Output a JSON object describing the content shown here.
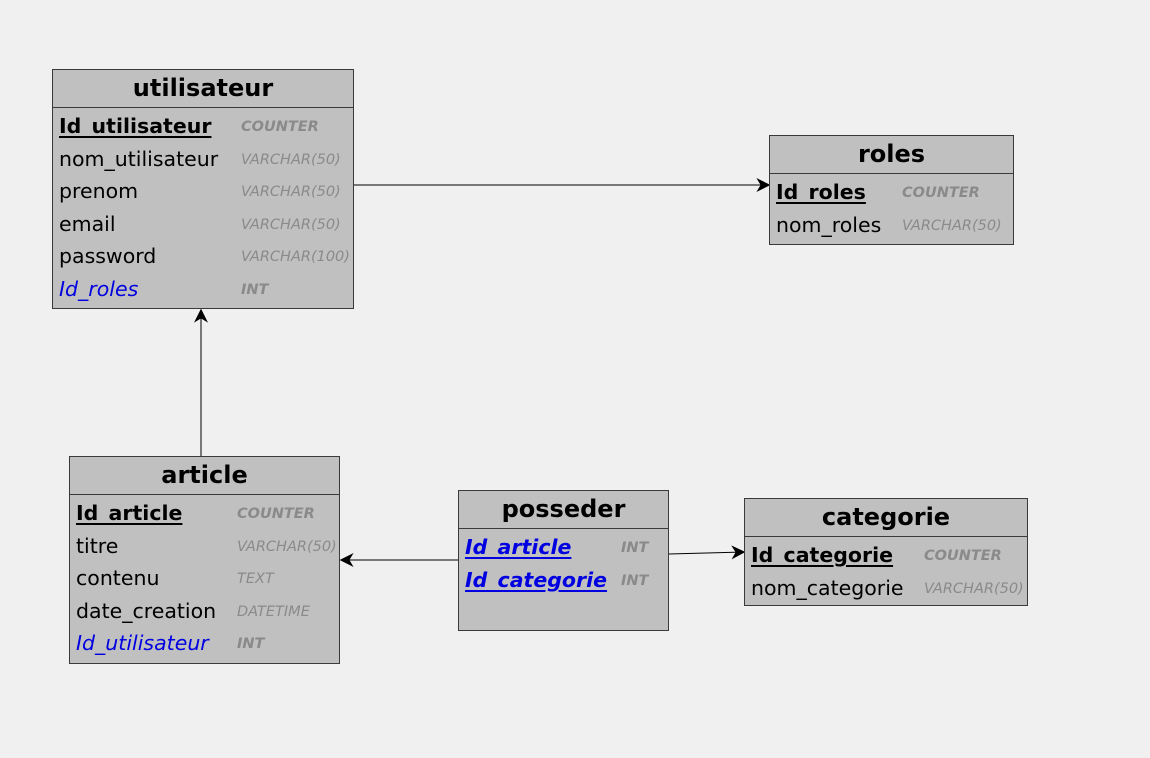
{
  "colors": {
    "entity_fill": "#c0c0c0",
    "border": "#3a3a3a",
    "foreign_key": "#0000e0",
    "type_text": "#8a8a8a",
    "background": "#f0f0f0"
  },
  "entities": [
    {
      "name": "utilisateur",
      "fields": [
        {
          "name": "Id_utilisateur",
          "type": "COUNTER",
          "kind": "pk"
        },
        {
          "name": "nom_utilisateur",
          "type": "VARCHAR(50)",
          "kind": ""
        },
        {
          "name": "prenom",
          "type": "VARCHAR(50)",
          "kind": ""
        },
        {
          "name": "email",
          "type": "VARCHAR(50)",
          "kind": ""
        },
        {
          "name": "password",
          "type": "VARCHAR(100)",
          "kind": ""
        },
        {
          "name": "Id_roles",
          "type": "INT",
          "kind": "fk"
        }
      ]
    },
    {
      "name": "roles",
      "fields": [
        {
          "name": "Id_roles",
          "type": "COUNTER",
          "kind": "pk"
        },
        {
          "name": "nom_roles",
          "type": "VARCHAR(50)",
          "kind": ""
        }
      ]
    },
    {
      "name": "article",
      "fields": [
        {
          "name": "Id_article",
          "type": "COUNTER",
          "kind": "pk"
        },
        {
          "name": "titre",
          "type": "VARCHAR(50)",
          "kind": ""
        },
        {
          "name": "contenu",
          "type": "TEXT",
          "kind": ""
        },
        {
          "name": "date_creation",
          "type": "DATETIME",
          "kind": ""
        },
        {
          "name": "Id_utilisateur",
          "type": "INT",
          "kind": "fk"
        }
      ]
    },
    {
      "name": "posseder",
      "fields": [
        {
          "name": "Id_article",
          "type": "INT",
          "kind": "pkfk"
        },
        {
          "name": "Id_categorie",
          "type": "INT",
          "kind": "pkfk"
        }
      ]
    },
    {
      "name": "categorie",
      "fields": [
        {
          "name": "Id_categorie",
          "type": "COUNTER",
          "kind": "pk"
        },
        {
          "name": "nom_categorie",
          "type": "VARCHAR(50)",
          "kind": ""
        }
      ]
    }
  ],
  "relations": [
    {
      "from": "utilisateur",
      "to": "roles"
    },
    {
      "from": "article",
      "to": "utilisateur"
    },
    {
      "from": "posseder",
      "to": "article"
    },
    {
      "from": "posseder",
      "to": "categorie"
    }
  ]
}
